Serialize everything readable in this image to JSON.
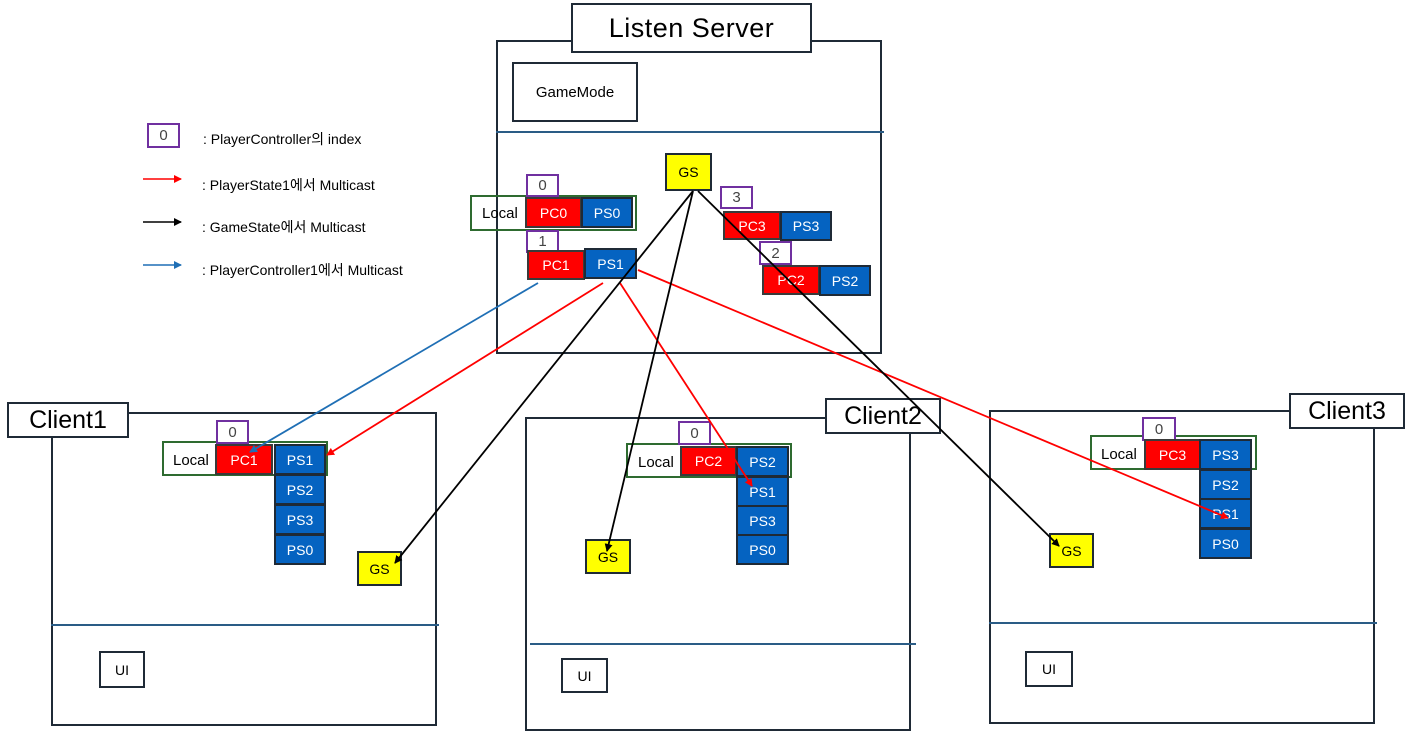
{
  "server": {
    "title": "Listen Server",
    "gamemode": "GameMode",
    "gs": "GS",
    "local": "Local",
    "idx0": "0",
    "pc0": "PC0",
    "ps0": "PS0",
    "idx1": "1",
    "pc1": "PC1",
    "ps1": "PS1",
    "idx3": "3",
    "pc3": "PC3",
    "ps3": "PS3",
    "idx2": "2",
    "pc2": "PC2",
    "ps2": "PS2"
  },
  "legend": {
    "index_box": "0",
    "index_text": ": PlayerController의 index",
    "red_text": ": PlayerState1에서 Multicast",
    "black_text": ": GameState에서 Multicast",
    "blue_text": ": PlayerController1에서 Multicast",
    "colors": {
      "red": "#ff0000",
      "black": "#000000",
      "blue": "#1f6fb5"
    }
  },
  "client1": {
    "title": "Client1",
    "local": "Local",
    "idx": "0",
    "pc": "PC1",
    "ps": [
      "PS1",
      "PS2",
      "PS3",
      "PS0"
    ],
    "gs": "GS",
    "ui": "UI"
  },
  "client2": {
    "title": "Client2",
    "local": "Local",
    "idx": "0",
    "pc": "PC2",
    "ps": [
      "PS2",
      "PS1",
      "PS3",
      "PS0"
    ],
    "gs": "GS",
    "ui": "UI"
  },
  "client3": {
    "title": "Client3",
    "local": "Local",
    "idx": "0",
    "pc": "PC3",
    "ps": [
      "PS3",
      "PS2",
      "PS1",
      "PS0"
    ],
    "gs": "GS",
    "ui": "UI"
  }
}
